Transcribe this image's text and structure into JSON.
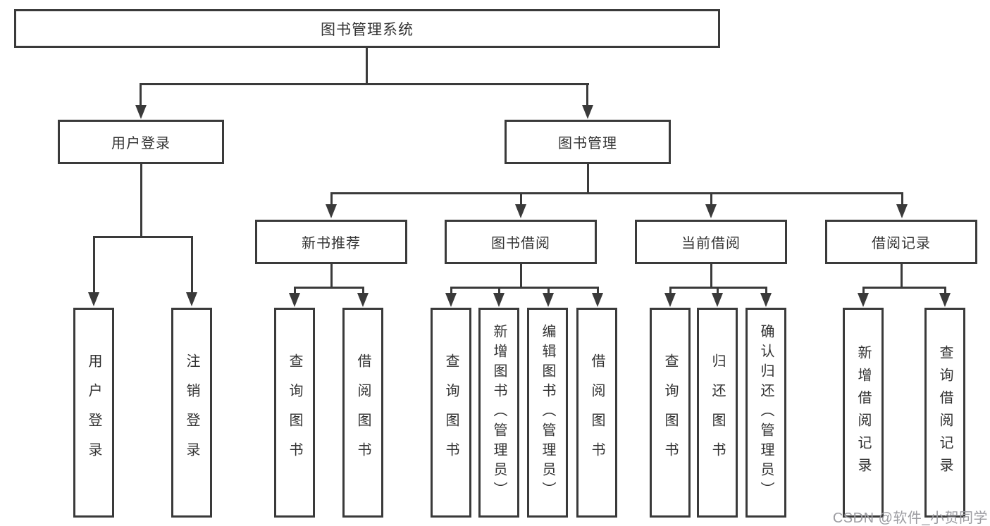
{
  "tree": {
    "root": "图书管理系统",
    "children": [
      {
        "label": "用户登录",
        "children": [
          "用户登录",
          "注销登录"
        ]
      },
      {
        "label": "图书管理",
        "children": [
          {
            "label": "新书推荐",
            "children": [
              "查询图书",
              "借阅图书"
            ]
          },
          {
            "label": "图书借阅",
            "children": [
              "查询图书",
              "新增图书（管理员）",
              "编辑图书（管理员）",
              "借阅图书"
            ]
          },
          {
            "label": "当前借阅",
            "children": [
              "查询图书",
              "归还图书",
              "确认归还（管理员）"
            ]
          },
          {
            "label": "借阅记录",
            "children": [
              "新增借阅记录",
              "查询借阅记录"
            ]
          }
        ]
      }
    ]
  },
  "watermark": "CSDN @软件_小贺同学",
  "colors": {
    "line": "#3a3a3a",
    "text": "#333333",
    "background": "#ffffff",
    "watermark": "#9c9ca1"
  }
}
